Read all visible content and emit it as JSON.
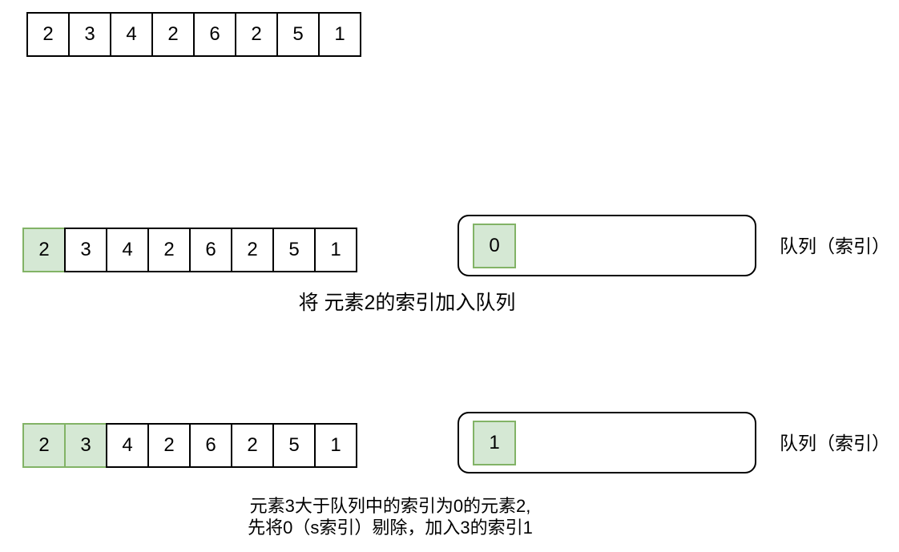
{
  "colors": {
    "background": "#ffffff",
    "cell_fill": "#ffffff",
    "cell_border": "#000000",
    "highlight_fill": "#d5e8d4",
    "highlight_border": "#82b366",
    "text": "#000000"
  },
  "initial": {
    "values": [
      "2",
      "3",
      "4",
      "2",
      "6",
      "2",
      "5",
      "1"
    ],
    "highlight_count": 0
  },
  "steps": [
    {
      "array": {
        "values": [
          "2",
          "3",
          "4",
          "2",
          "6",
          "2",
          "5",
          "1"
        ],
        "highlight_count": 1
      },
      "queue": {
        "items": [
          "0"
        ],
        "label": "队列（索引）"
      },
      "caption": [
        "将 元素2的索引加入队列"
      ]
    },
    {
      "array": {
        "values": [
          "2",
          "3",
          "4",
          "2",
          "6",
          "2",
          "5",
          "1"
        ],
        "highlight_count": 2
      },
      "queue": {
        "items": [
          "1"
        ],
        "label": "队列（索引）"
      },
      "caption": [
        "元素3大于队列中的索引为0的元素2,",
        "先将0（s索引）剔除，加入3的索引1"
      ]
    }
  ]
}
